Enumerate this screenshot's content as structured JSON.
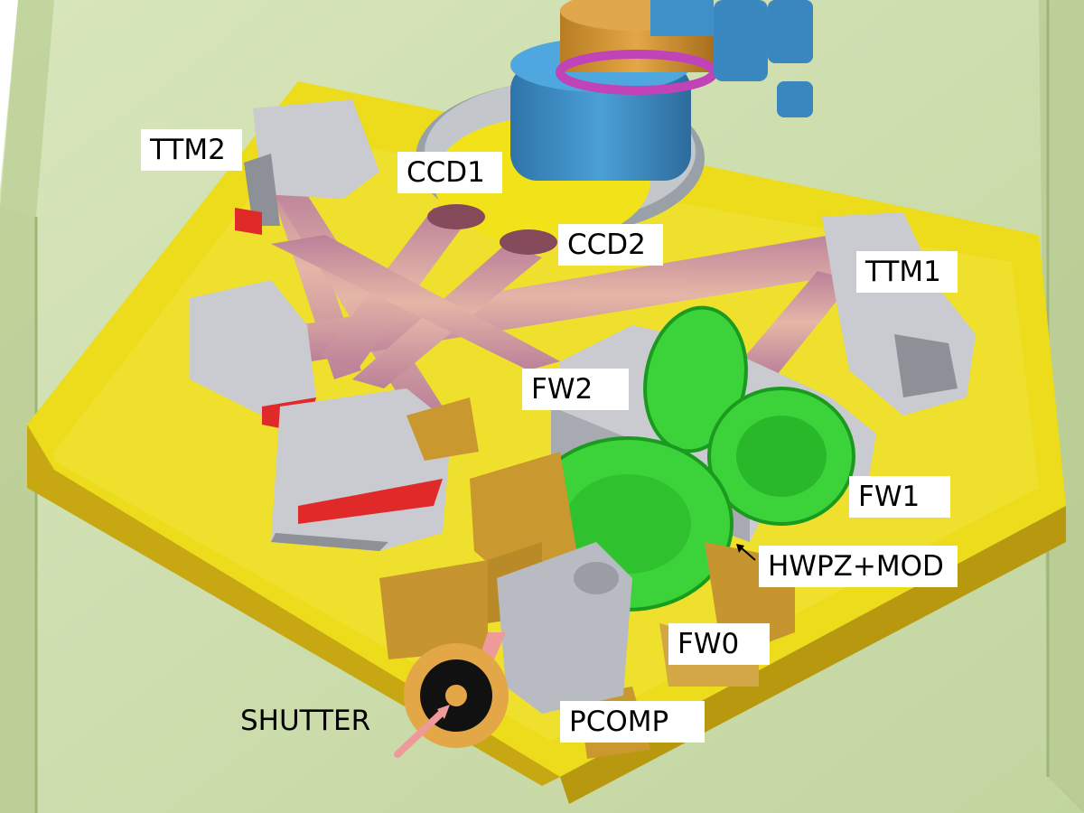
{
  "labels": {
    "ttm2": "TTM2",
    "ccd1": "CCD1",
    "ccd2": "CCD2",
    "ttm1": "TTM1",
    "fw2": "FW2",
    "fw1": "FW1",
    "hwpz_mod": "HWPZ+MOD",
    "fw0": "FW0",
    "shutter": "SHUTTER",
    "pcomp": "PCOMP"
  },
  "colors": {
    "enclosure": "#c9dba8",
    "bench": "#ecdc1c",
    "bench_edge": "#c8a812",
    "beam": "#c98fb4",
    "beam_core": "#e8b9a8",
    "mount_grey": "#c9cbd0",
    "mount_dark": "#8d9096",
    "filter_wheel": "#3cd23a",
    "filter_wheel_dark": "#1a9a1e",
    "dewar_blue": "#3f8fc8",
    "dewar_gold": "#d79a3a",
    "flange_magenta": "#c043b8",
    "ccd_ring": "#f2e21a",
    "gold_block": "#c9982e",
    "accent_red": "#e02a2a",
    "arrow_pink": "#ee9a9a"
  }
}
